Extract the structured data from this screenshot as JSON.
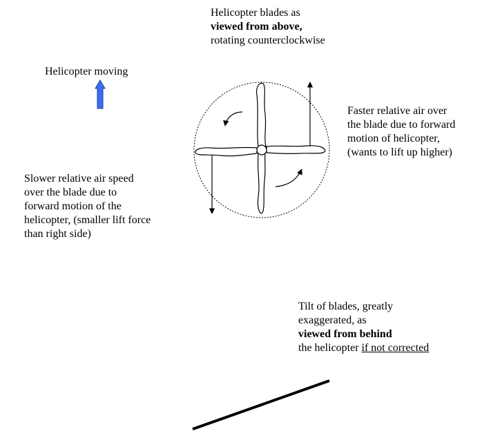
{
  "top_caption": {
    "line1": "Helicopter blades as",
    "line2": "viewed from above,",
    "line3": "rotating counterclockwise"
  },
  "moving_label": "Helicopter moving",
  "right_caption": {
    "line1": "Faster relative air over",
    "line2": "the blade due to forward",
    "line3": "motion of helicopter,",
    "line4": "(wants to lift up higher)"
  },
  "left_caption": {
    "line1": "Slower relative air speed",
    "line2": "over the blade due to",
    "line3": "forward motion of the",
    "line4": "helicopter, (smaller lift force",
    "line5": "than right side)"
  },
  "bottom_caption": {
    "line1": "Tilt of blades, greatly",
    "line2": "exaggerated, as",
    "line3": "viewed from behind",
    "line4_prefix": "the helicopter ",
    "line4_underlined": "if not corrected"
  },
  "colors": {
    "arrow_fill": "#3b6cf2",
    "arrow_stroke": "#1f3f9e"
  },
  "icons": [
    "up-arrow-icon",
    "rotor-diagram",
    "rotation-arrow-icon"
  ]
}
